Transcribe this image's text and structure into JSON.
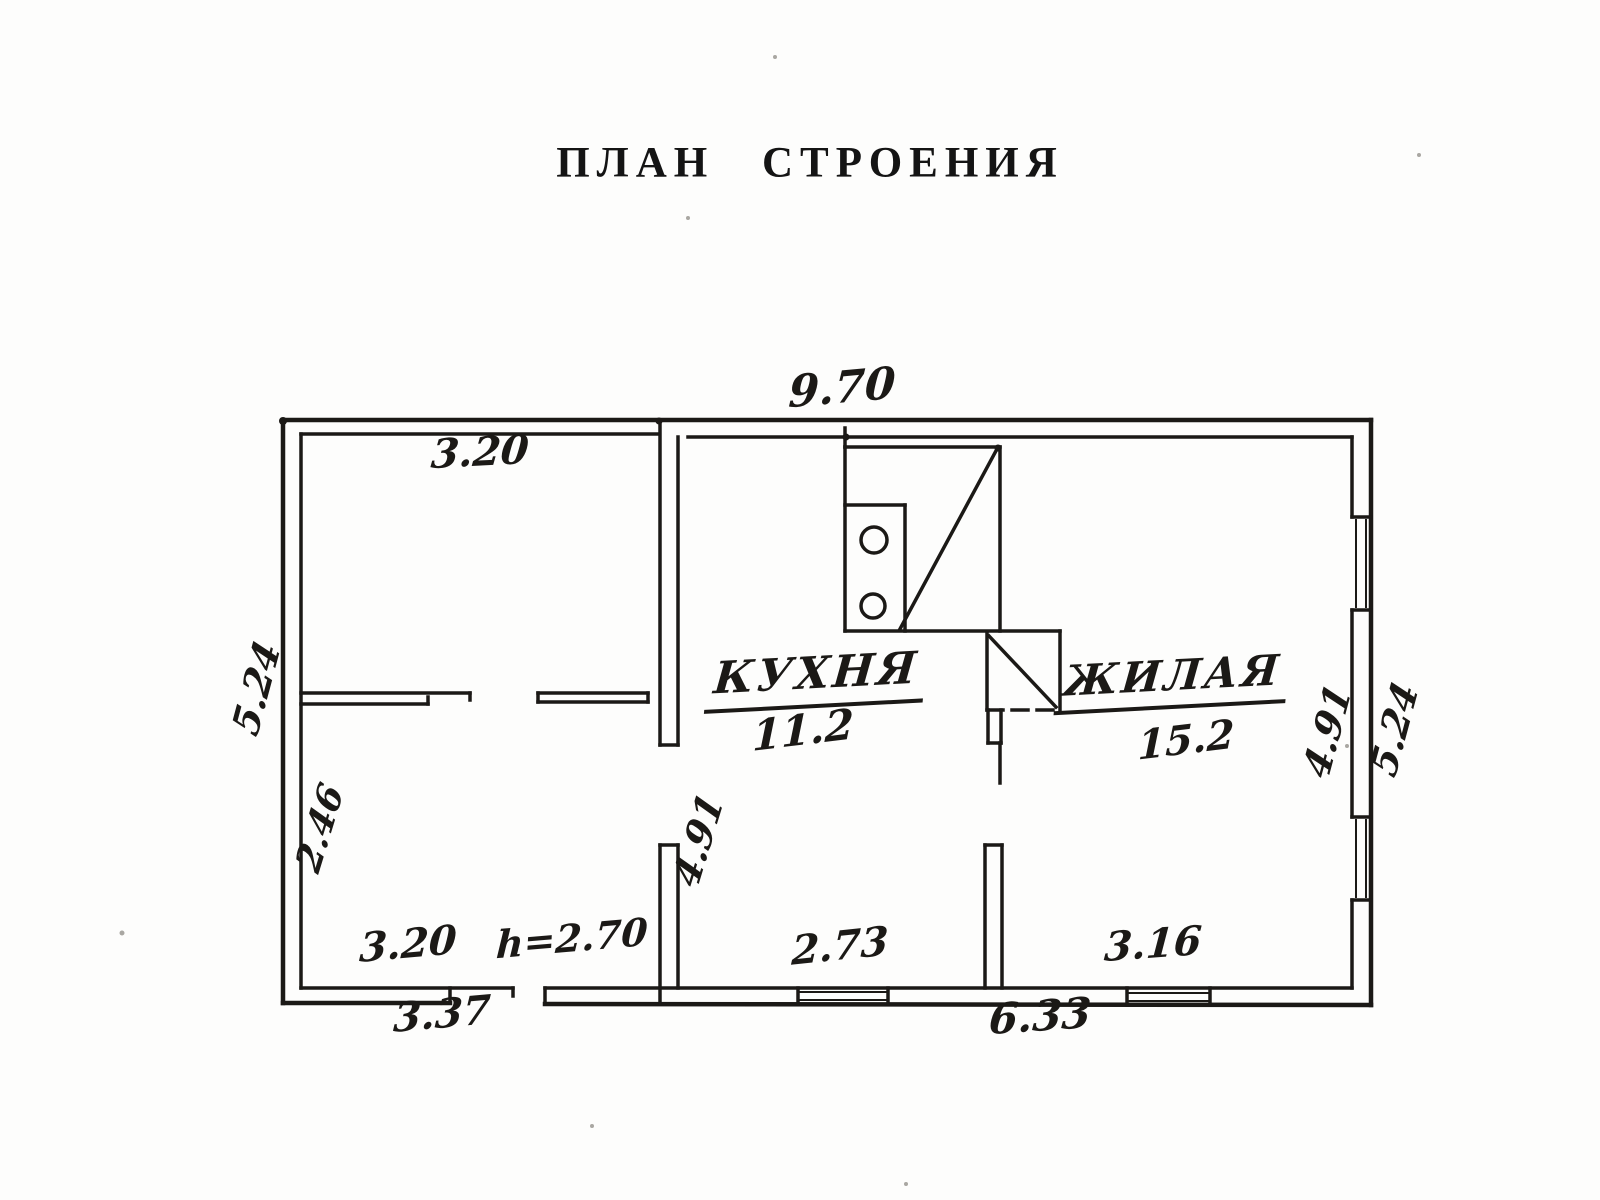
{
  "page": {
    "title": "ПЛАН СТРОЕНИЯ"
  },
  "rooms": [
    {
      "name": "КУХНЯ",
      "area": "11.2"
    },
    {
      "name": "ЖИЛАЯ",
      "area": "15.2"
    }
  ],
  "dimensions": {
    "overall_width_top": "9.70",
    "left_room_width_top": "3.20",
    "left_height_outer": "5.24",
    "left_room_height_lower": "2.46",
    "left_room_width_bottom": "3.20",
    "left_room_width_outer_bottom": "3.37",
    "ceiling_height": "h=2.70",
    "kitchen_depth": "4.91",
    "kitchen_width_bottom": "2.73",
    "right_section_width_bottom": "6.33",
    "living_width_bottom": "3.16",
    "living_depth": "4.91",
    "right_height_outer": "5.24"
  },
  "colors": {
    "ink": "#1b1916",
    "paper": "#fdfdfc"
  }
}
